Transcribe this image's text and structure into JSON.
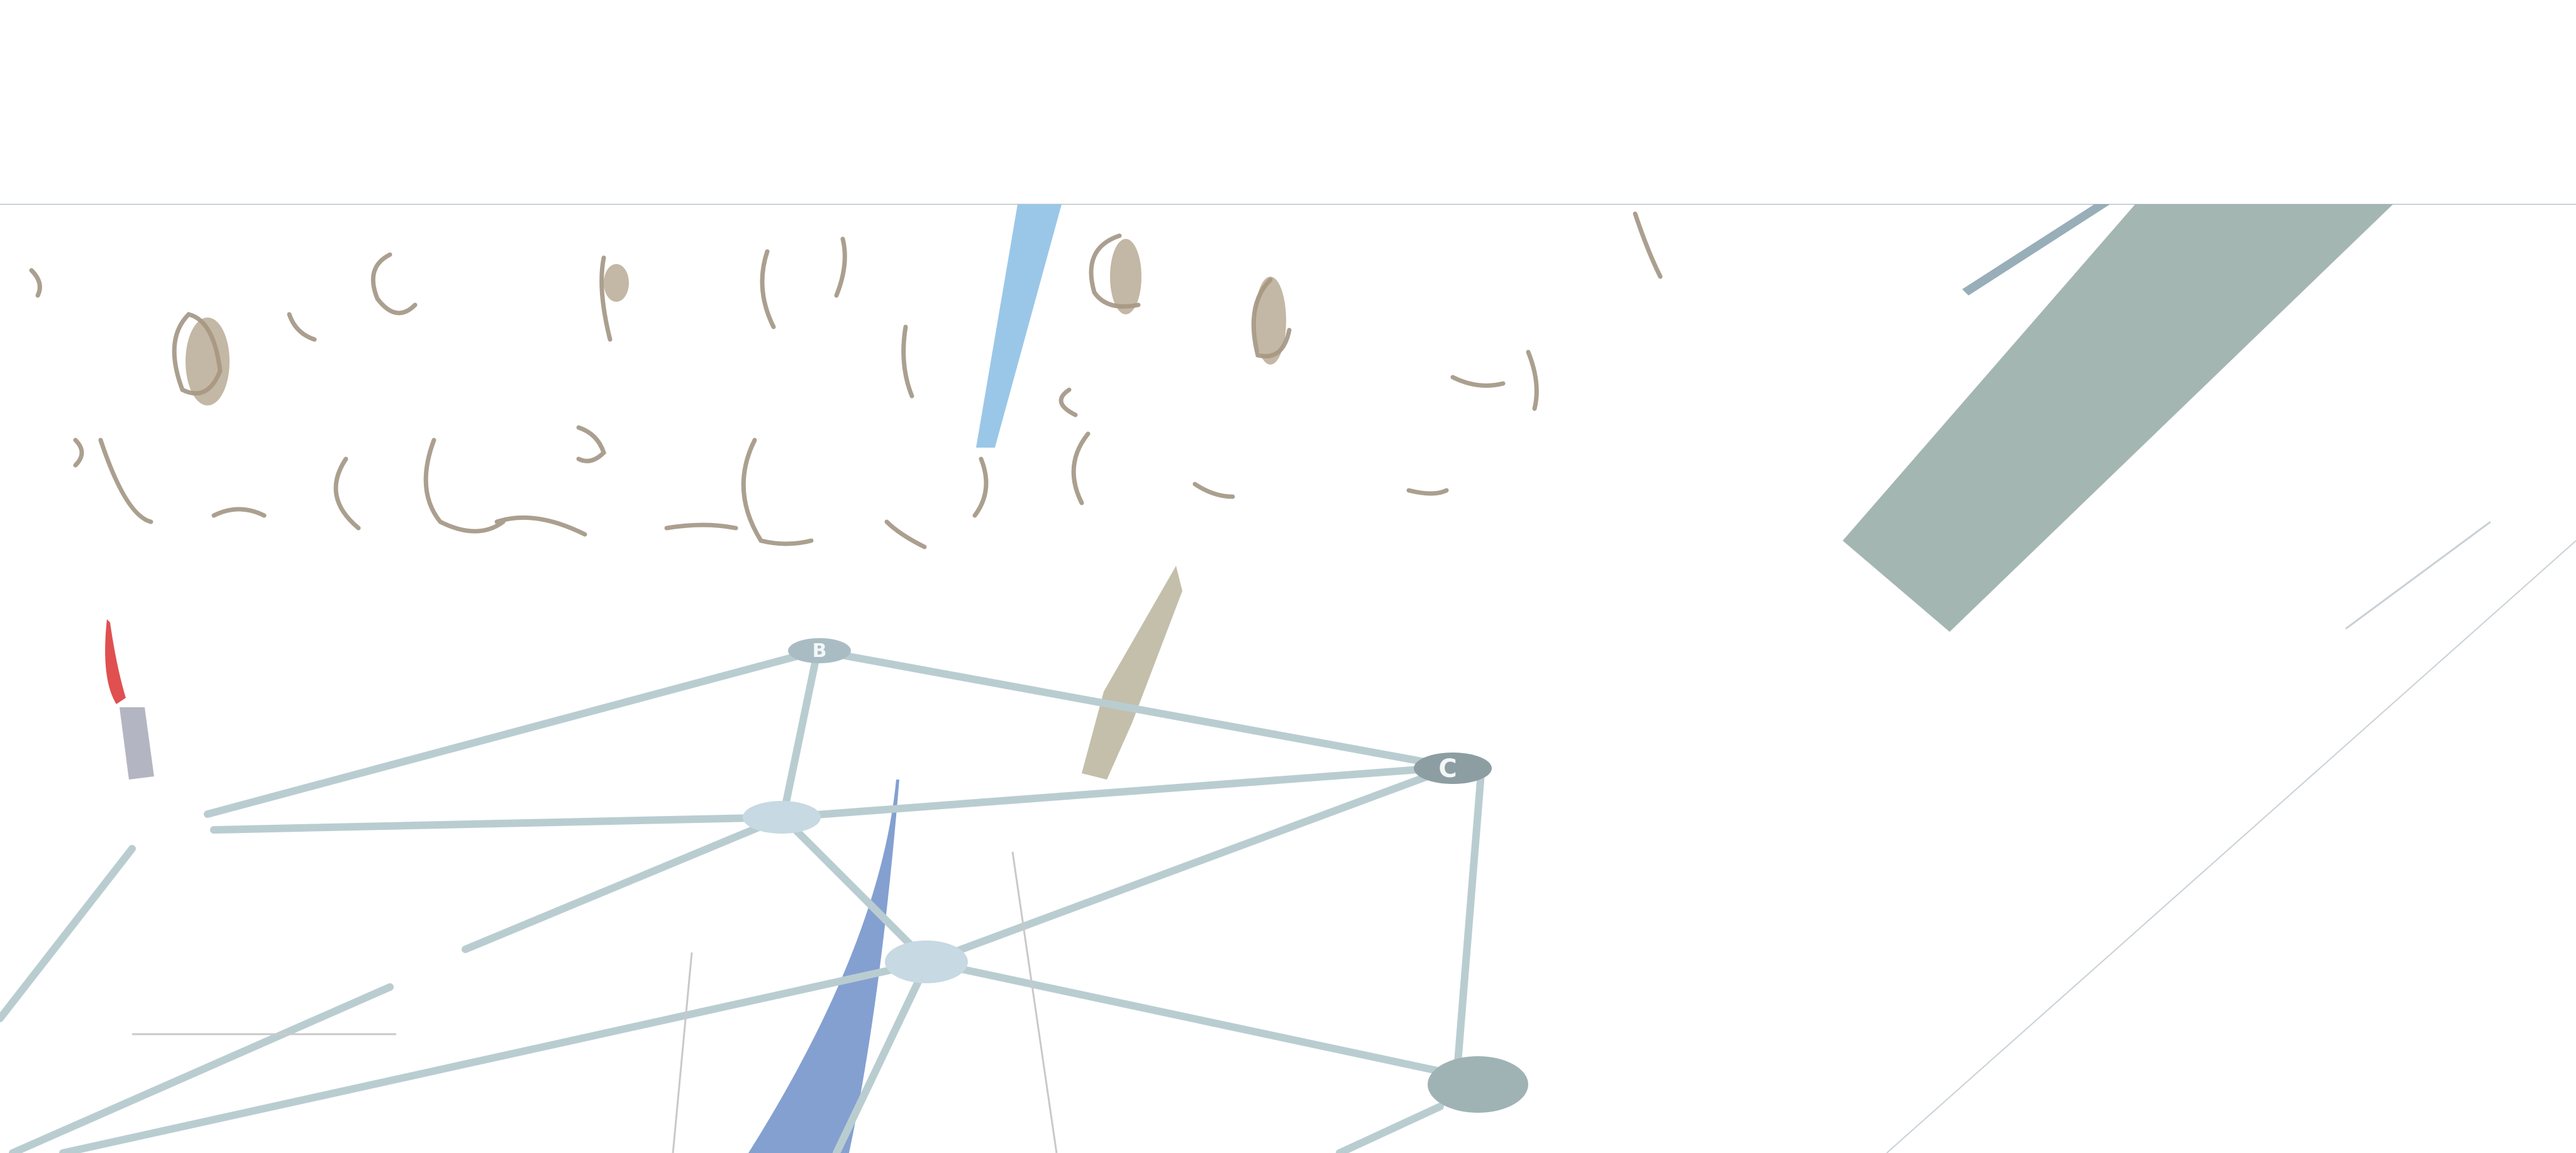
{
  "scene": {
    "description_kind": "distorted-3d-render",
    "background": "#ffffff",
    "colors": {
      "edge": "#b9cdd1",
      "node_light": "#c7d9e2",
      "node_dark": "#9fb3b5",
      "node_label_bg": "#a9bcc4",
      "scribble": "#8f7f6a",
      "blue_bar": "#8fc1e6",
      "diagonal_prism": "#93a9a5",
      "blade": "#6f8fc8",
      "red_object": "#e05050",
      "pendant": "#b9b49c"
    }
  },
  "graph": {
    "nodes": [
      {
        "id": "B",
        "label": "B"
      },
      {
        "id": "C",
        "label": "C"
      },
      {
        "id": "center",
        "label": ""
      },
      {
        "id": "lower",
        "label": ""
      },
      {
        "id": "right",
        "label": ""
      }
    ]
  }
}
